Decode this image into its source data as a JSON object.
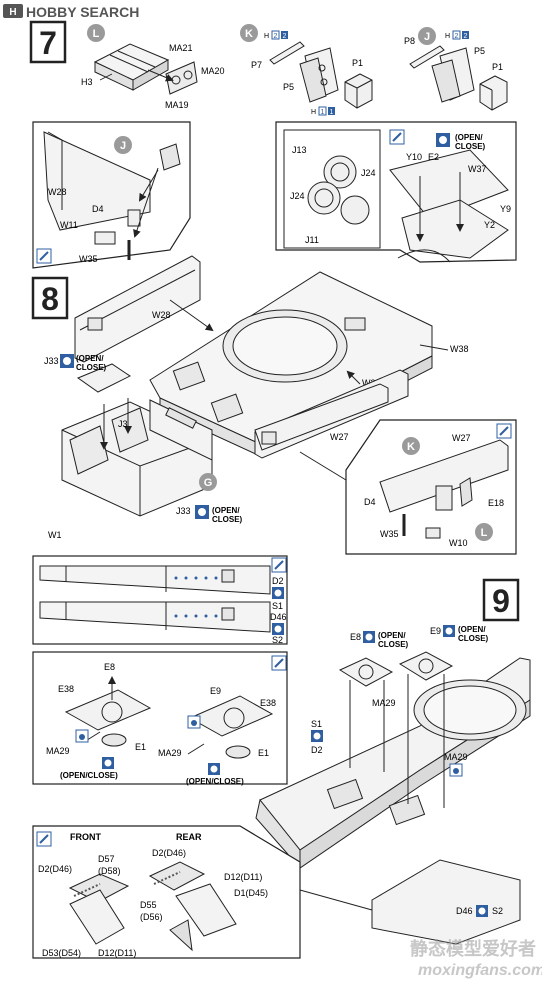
{
  "watermark_top": "HOBBY SEARCH",
  "watermark_bottom_cn": "静态模型爱好者",
  "watermark_bottom_url": "moxingfans.com",
  "colors": {
    "ink": "#222222",
    "steel": "#2f5fa0",
    "callout_grey": "#9a9a9a",
    "paper": "#ffffff"
  },
  "steps": {
    "seven": "7",
    "eight": "8",
    "nine": "9"
  },
  "sprues": {
    "L": "L",
    "K": "K",
    "J": "J",
    "G": "G"
  },
  "labels": {
    "H3": "H3",
    "MA21": "MA21",
    "MA20": "MA20",
    "MA19": "MA19",
    "P7": "P7",
    "P5": "P5",
    "P1": "P1",
    "P8": "P8",
    "H2": "H",
    "H1": "H",
    "n1": "1",
    "n2": "2",
    "W28": "W28",
    "D4": "D4",
    "W11": "W11",
    "W35": "W35",
    "J13": "J13",
    "J24": "J24",
    "J11": "J11",
    "Y10": "Y10",
    "E2": "E2",
    "W37": "W37",
    "Y9": "Y9",
    "Y2": "Y2",
    "W38": "W38",
    "W34": "W34",
    "W27": "W27",
    "J33": "J33",
    "J3": "J3",
    "W1": "W1",
    "E18": "E18",
    "W10": "W10",
    "D2": "D2",
    "S1": "S1",
    "D46": "D46",
    "S2": "S2",
    "E8": "E8",
    "E9": "E9",
    "E38": "E38",
    "E1": "E1",
    "MA29": "MA29",
    "FRONT": "FRONT",
    "REAR": "REAR",
    "D2D46": "D2(D46)",
    "D57": "D57",
    "D58": "(D58)",
    "D12D11": "D12(D11)",
    "D1D45": "D1(D45)",
    "D55": "D55",
    "D56": "(D56)",
    "D53D54": "D53(D54)",
    "OPEN": "(OPEN/",
    "CLOSE": "CLOSE)",
    "OPENCLOSE": "(OPEN/CLOSE)"
  }
}
